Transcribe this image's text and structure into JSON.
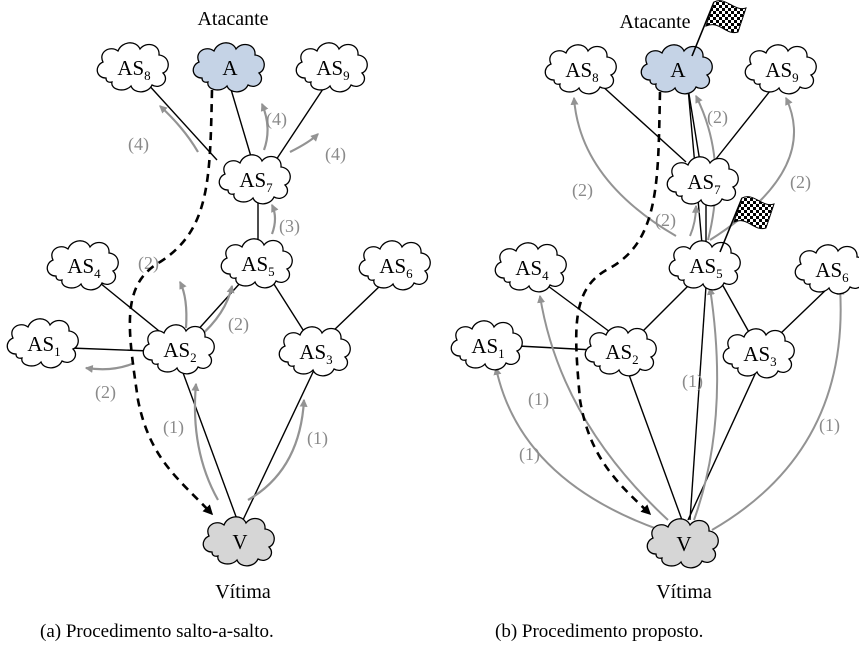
{
  "panels": [
    {
      "id": "a",
      "caption": "(a) Procedimento salto-a-salto.",
      "attacker_label": "Atacante",
      "victim_label": "Vítima",
      "nodes": [
        {
          "id": "A",
          "base": "A",
          "sub": "",
          "kind": "attacker",
          "flag": false
        },
        {
          "id": "AS8",
          "base": "AS",
          "sub": "8",
          "kind": "as",
          "flag": false
        },
        {
          "id": "AS9",
          "base": "AS",
          "sub": "9",
          "kind": "as",
          "flag": false
        },
        {
          "id": "AS7",
          "base": "AS",
          "sub": "7",
          "kind": "as",
          "flag": false
        },
        {
          "id": "AS4",
          "base": "AS",
          "sub": "4",
          "kind": "as",
          "flag": false
        },
        {
          "id": "AS5",
          "base": "AS",
          "sub": "5",
          "kind": "as",
          "flag": false
        },
        {
          "id": "AS6",
          "base": "AS",
          "sub": "6",
          "kind": "as",
          "flag": false
        },
        {
          "id": "AS1",
          "base": "AS",
          "sub": "1",
          "kind": "as",
          "flag": false
        },
        {
          "id": "AS2",
          "base": "AS",
          "sub": "2",
          "kind": "as",
          "flag": false
        },
        {
          "id": "AS3",
          "base": "AS",
          "sub": "3",
          "kind": "as",
          "flag": false
        },
        {
          "id": "V",
          "base": "V",
          "sub": "",
          "kind": "victim",
          "flag": false
        }
      ],
      "step_labels": [
        "(1)",
        "(1)",
        "(2)",
        "(2)",
        "(2)",
        "(3)",
        "(4)",
        "(4)",
        "(4)"
      ]
    },
    {
      "id": "b",
      "caption": "(b) Procedimento proposto.",
      "attacker_label": "Atacante",
      "victim_label": "Vítima",
      "nodes": [
        {
          "id": "A",
          "base": "A",
          "sub": "",
          "kind": "attacker",
          "flag": true
        },
        {
          "id": "AS8",
          "base": "AS",
          "sub": "8",
          "kind": "as",
          "flag": false
        },
        {
          "id": "AS9",
          "base": "AS",
          "sub": "9",
          "kind": "as",
          "flag": false
        },
        {
          "id": "AS7",
          "base": "AS",
          "sub": "7",
          "kind": "as",
          "flag": false
        },
        {
          "id": "AS4",
          "base": "AS",
          "sub": "4",
          "kind": "as",
          "flag": false
        },
        {
          "id": "AS5",
          "base": "AS",
          "sub": "5",
          "kind": "as",
          "flag": true
        },
        {
          "id": "AS6",
          "base": "AS",
          "sub": "6",
          "kind": "as",
          "flag": false
        },
        {
          "id": "AS1",
          "base": "AS",
          "sub": "1",
          "kind": "as",
          "flag": false
        },
        {
          "id": "AS2",
          "base": "AS",
          "sub": "2",
          "kind": "as",
          "flag": false
        },
        {
          "id": "AS3",
          "base": "AS",
          "sub": "3",
          "kind": "as",
          "flag": false
        },
        {
          "id": "V",
          "base": "V",
          "sub": "",
          "kind": "victim",
          "flag": false
        }
      ],
      "step_labels": [
        "(1)",
        "(1)",
        "(1)",
        "(1)",
        "(2)",
        "(2)",
        "(2)",
        "(2)"
      ]
    }
  ],
  "colors": {
    "attacker_fill": "#c5d3e6",
    "victim_fill": "#d6d6d6",
    "as_fill": "#ffffff",
    "link": "#000000",
    "arrow": "#939393",
    "step_label": "#8a8a8a",
    "attack_path": "#000000"
  }
}
